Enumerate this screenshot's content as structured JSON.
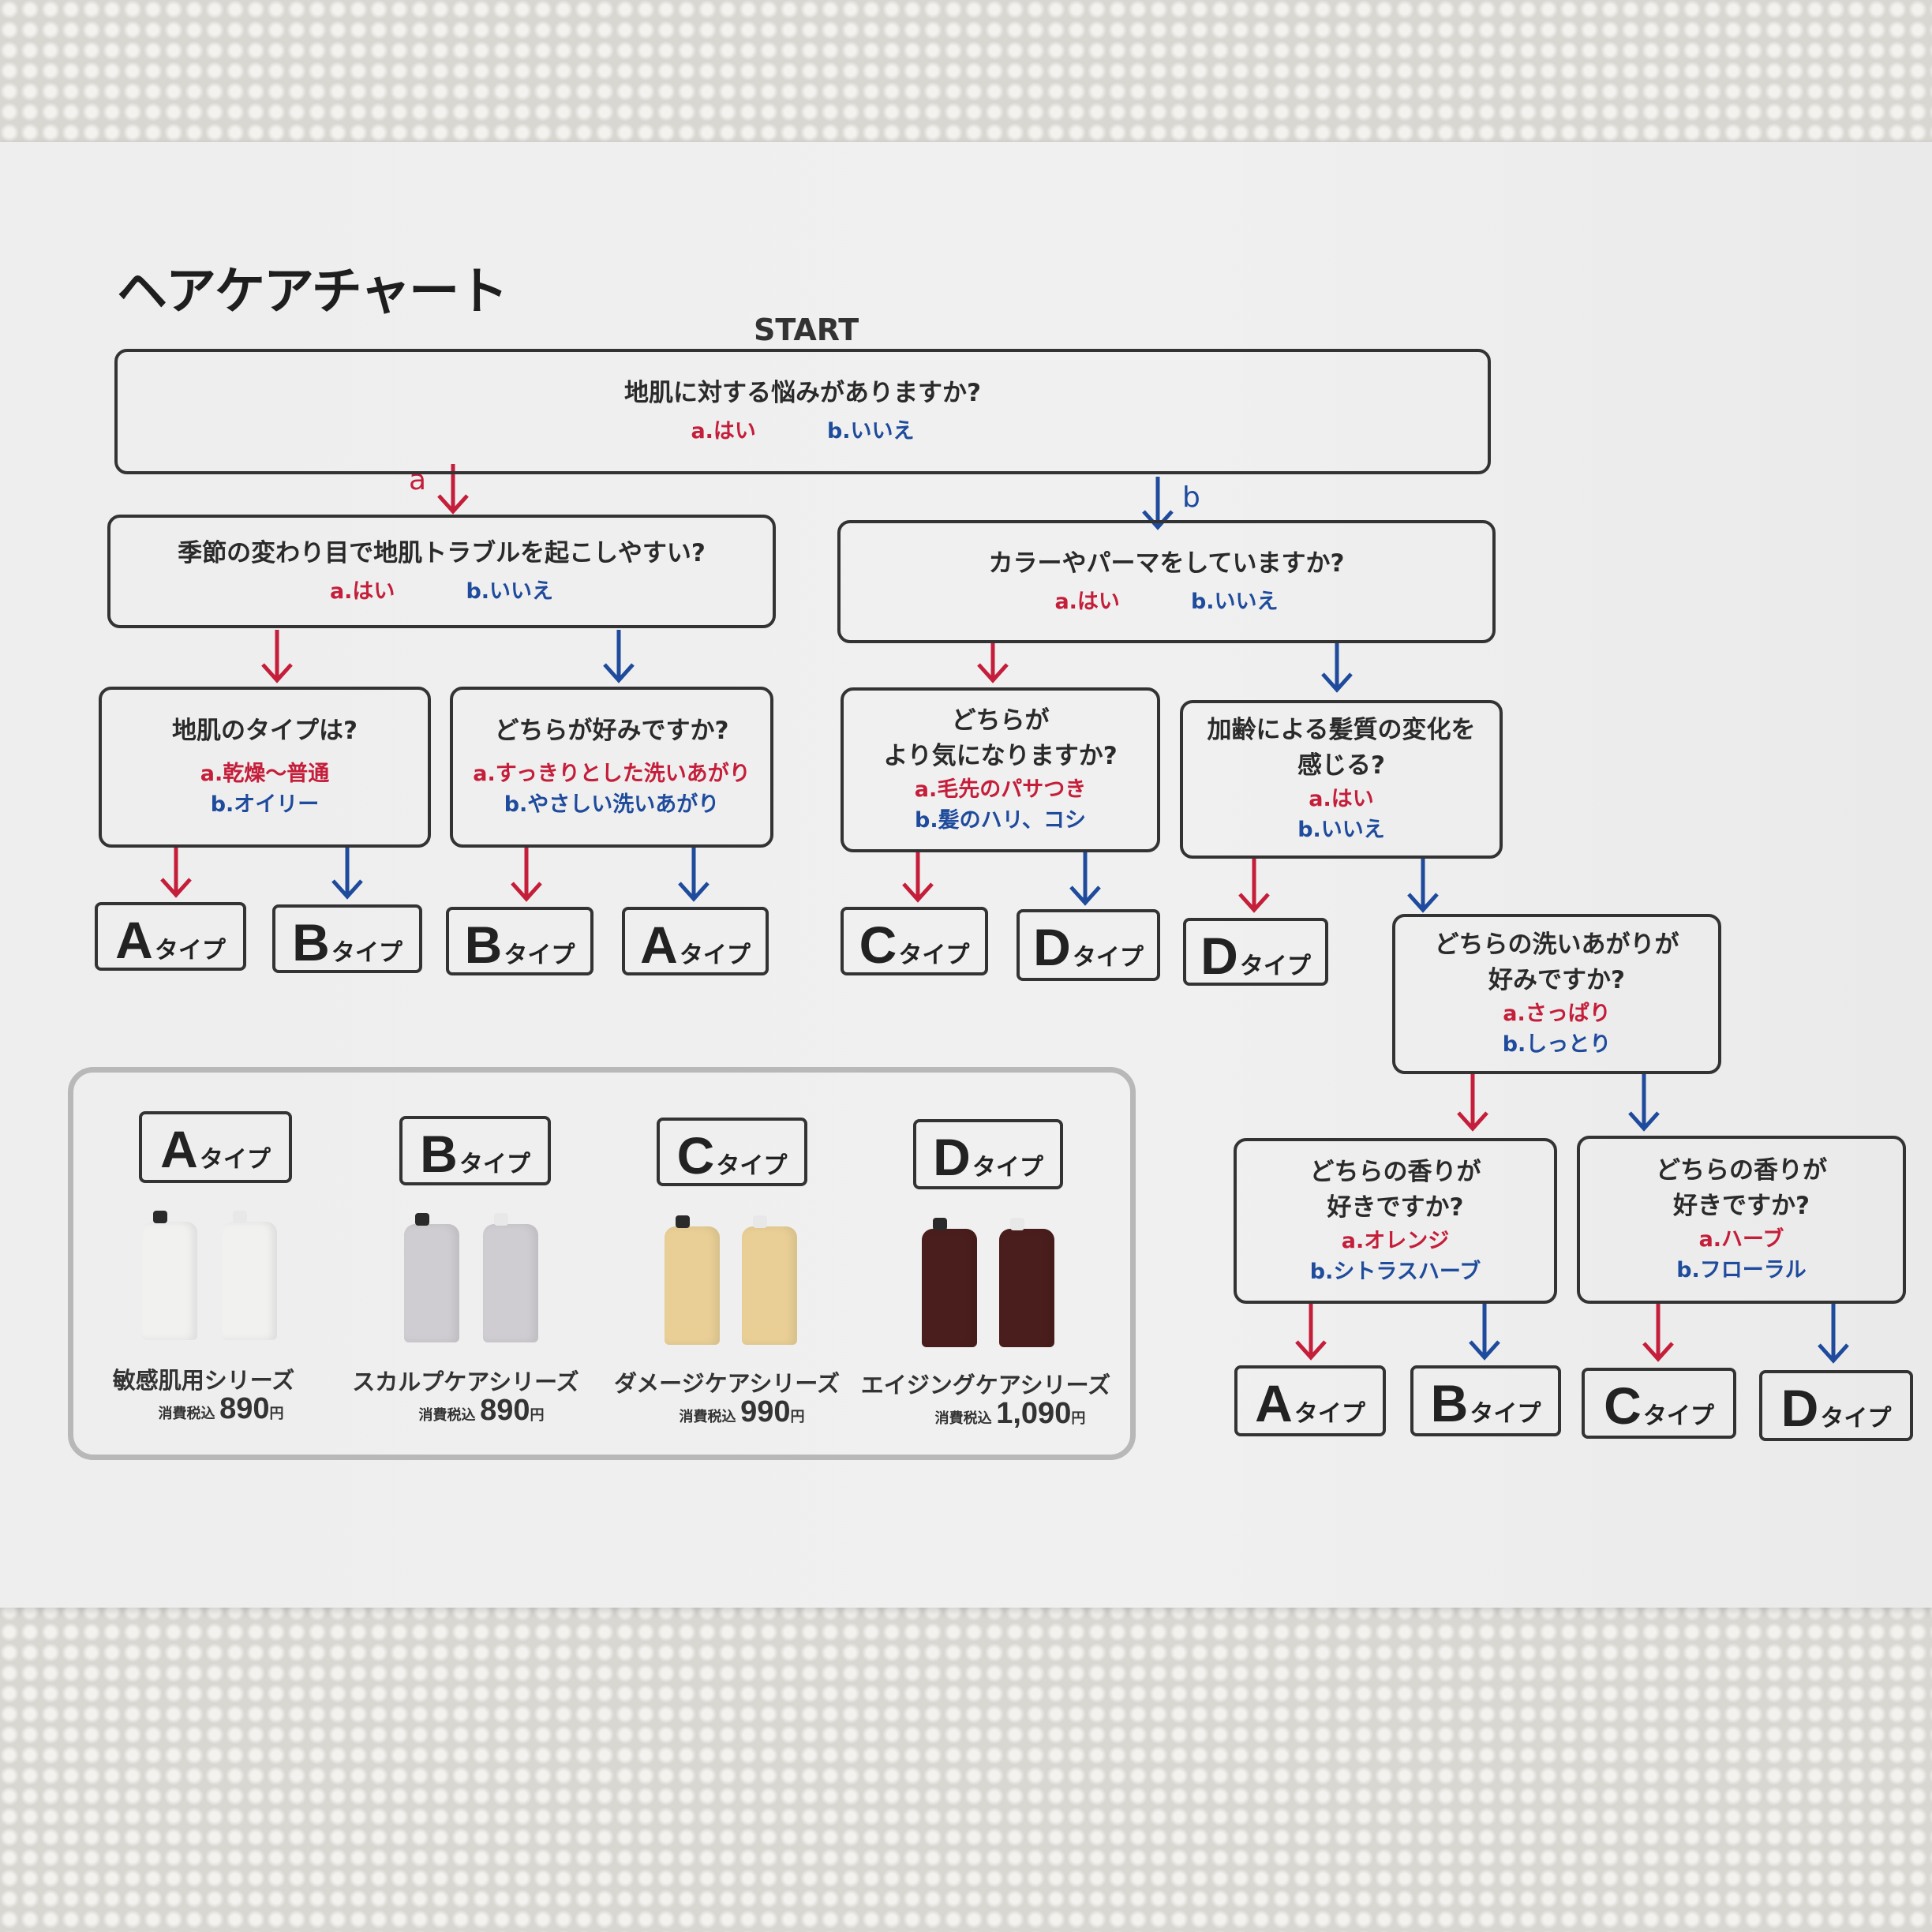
{
  "title": "ヘアケアチャート",
  "start": "START",
  "colors": {
    "yes": "#c41e3a",
    "no": "#1f4b9c",
    "border": "#333333"
  },
  "arrow_labels": {
    "a": "a",
    "b": "b"
  },
  "questions": [
    {
      "q": "地肌に対する悩みがありますか?",
      "a": "a.はい",
      "b": "b.いいえ"
    },
    {
      "q": "季節の変わり目で地肌トラブルを起こしやすい?",
      "a": "a.はい",
      "b": "b.いいえ"
    },
    {
      "q": "カラーやパーマをしていますか?",
      "a": "a.はい",
      "b": "b.いいえ"
    },
    {
      "q": "地肌のタイプは?",
      "a": "a.乾燥〜普通",
      "b": "b.オイリー"
    },
    {
      "q": "どちらが好みですか?",
      "a": "a.すっきりとした洗いあがり",
      "b": "b.やさしい洗いあがり"
    },
    {
      "q": "どちらが\nより気になりますか?",
      "a": "a.毛先のパサつき",
      "b": "b.髪のハリ、コシ"
    },
    {
      "q": "加齢による髪質の変化を\n感じる?",
      "a": "a.はい",
      "b": "b.いいえ"
    },
    {
      "q": "どちらの洗いあがりが\n好みですか?",
      "a": "a.さっぱり",
      "b": "b.しっとり"
    },
    {
      "q": "どちらの香りが\n好きですか?",
      "a": "a.オレンジ",
      "b": "b.シトラスハーブ"
    },
    {
      "q": "どちらの香りが\n好きですか?",
      "a": "a.ハーブ",
      "b": "b.フローラル"
    }
  ],
  "type_suffix": "タイプ",
  "results": [
    "A",
    "B",
    "B",
    "A",
    "C",
    "D",
    "D",
    "A",
    "B",
    "C",
    "D"
  ],
  "series": [
    {
      "type": "A",
      "name": "敏感肌用シリーズ",
      "tax": "消費税込",
      "price": "890",
      "yen": "円",
      "color": "#f1f1f0"
    },
    {
      "type": "B",
      "name": "スカルプケアシリーズ",
      "tax": "消費税込",
      "price": "890",
      "yen": "円",
      "color": "#cfcdd1"
    },
    {
      "type": "C",
      "name": "ダメージケアシリーズ",
      "tax": "消費税込",
      "price": "990",
      "yen": "円",
      "color": "#e9cf96"
    },
    {
      "type": "D",
      "name": "エイジングケアシリーズ",
      "tax": "消費税込",
      "price": "1,090",
      "yen": "円",
      "color": "#4a1e1c"
    }
  ]
}
